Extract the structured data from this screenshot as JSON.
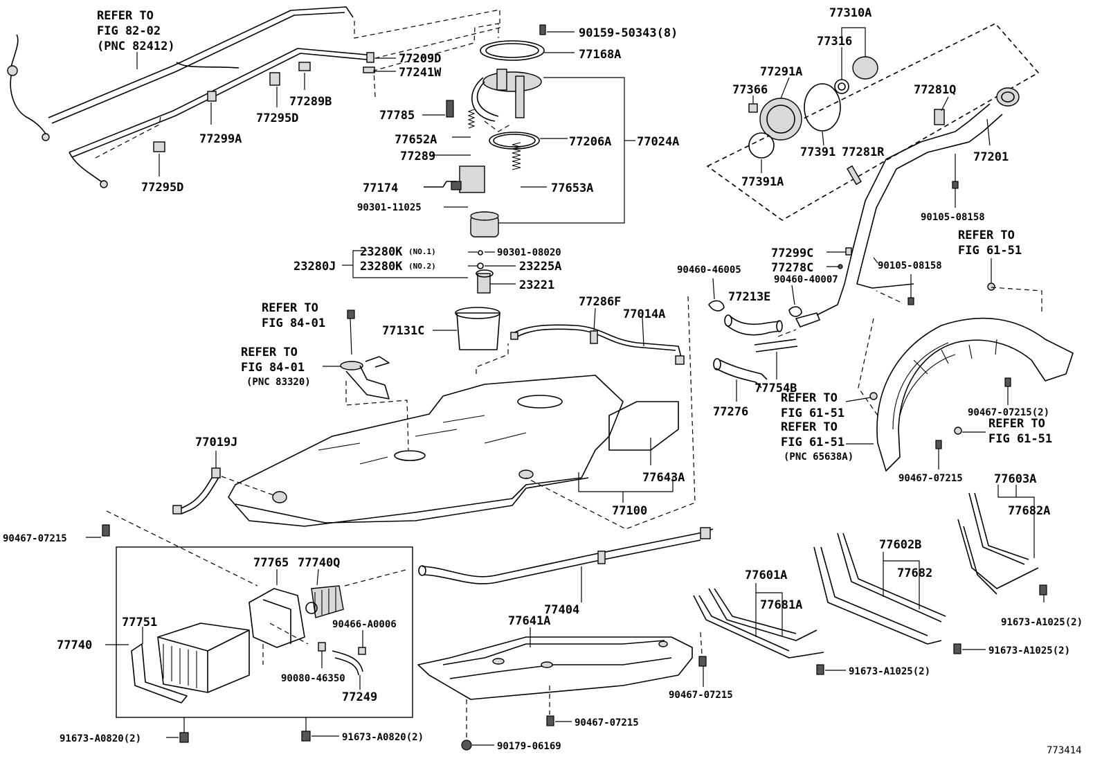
{
  "drawing_id": "773414",
  "labels": {
    "refer_8202": [
      "REFER TO",
      "FIG 82-02",
      "(PNC 82412)"
    ],
    "refer_8401a": [
      "REFER TO",
      "FIG 84-01"
    ],
    "refer_8401b": [
      "REFER TO",
      "FIG 84-01",
      "(PNC 83320)"
    ],
    "refer_6151a": [
      "REFER TO",
      "FIG 61-51"
    ],
    "refer_6151b": [
      "REFER TO",
      "FIG 61-51"
    ],
    "refer_6151c": [
      "REFER TO",
      "FIG 61-51",
      "(PNC 65638A)"
    ],
    "refer_6151d": [
      "REFER TO",
      "FIG 61-51"
    ],
    "p77209D": "77209D",
    "p77241W": "77241W",
    "p77289B": "77289B",
    "p77295D_top": "77295D",
    "p77299A": "77299A",
    "p77295D_bot": "77295D",
    "p90159": "90159-50343(8)",
    "p77168A": "77168A",
    "p77785": "77785",
    "p77652A": "77652A",
    "p77289": "77289",
    "p77206A": "77206A",
    "p77024A": "77024A",
    "p77174": "77174",
    "p77653A": "77653A",
    "p90301_11025": "90301-11025",
    "p23280K1": "23280K",
    "no1": "(NO.1)",
    "p23280J": "23280J",
    "p23280K2": "23280K",
    "no2": "(NO.2)",
    "p90301_08020": "90301-08020",
    "p23225A": "23225A",
    "p23221": "23221",
    "p77131C": "77131C",
    "p77286F": "77286F",
    "p77014A": "77014A",
    "p77019J": "77019J",
    "p77643A": "77643A",
    "p77100": "77100",
    "p77310A": "77310A",
    "p77316": "77316",
    "p77291A": "77291A",
    "p77366": "77366",
    "p77281Q": "77281Q",
    "p77391": "77391",
    "p77281R": "77281R",
    "p77201": "77201",
    "p77391A": "77391A",
    "p90105_08158a": "90105-08158",
    "p77299C": "77299C",
    "p77278C": "77278C",
    "p90460_46005": "90460-46005",
    "p90460_40007": "90460-40007",
    "p90105_08158b": "90105-08158",
    "p77213E": "77213E",
    "p77754B": "77754B",
    "p77276": "77276",
    "p90467_07215_2a": "90467-07215(2)",
    "p90467_07215a": "90467-07215",
    "p77603A": "77603A",
    "p77682A": "77682A",
    "p90467_07215b": "90467-07215",
    "p77765": "77765",
    "p77740Q": "77740Q",
    "p77751": "77751",
    "p77740": "77740",
    "p90466": "90466-A0006",
    "p90080": "90080-46350",
    "p77249": "77249",
    "p77404": "77404",
    "p77641A": "77641A",
    "p77601A": "77601A",
    "p77681A": "77681A",
    "p77602B": "77602B",
    "p77682": "77682",
    "p91673_A1025_2a": "91673-A1025(2)",
    "p91673_A1025_2b": "91673-A1025(2)",
    "p91673_A1025_2c": "91673-A1025(2)",
    "p90467_07215c": "90467-07215",
    "p90467_07215d": "90467-07215",
    "p91673_A0820_2a": "91673-A0820(2)",
    "p91673_A0820_2b": "91673-A0820(2)",
    "p90179": "90179-06169"
  }
}
